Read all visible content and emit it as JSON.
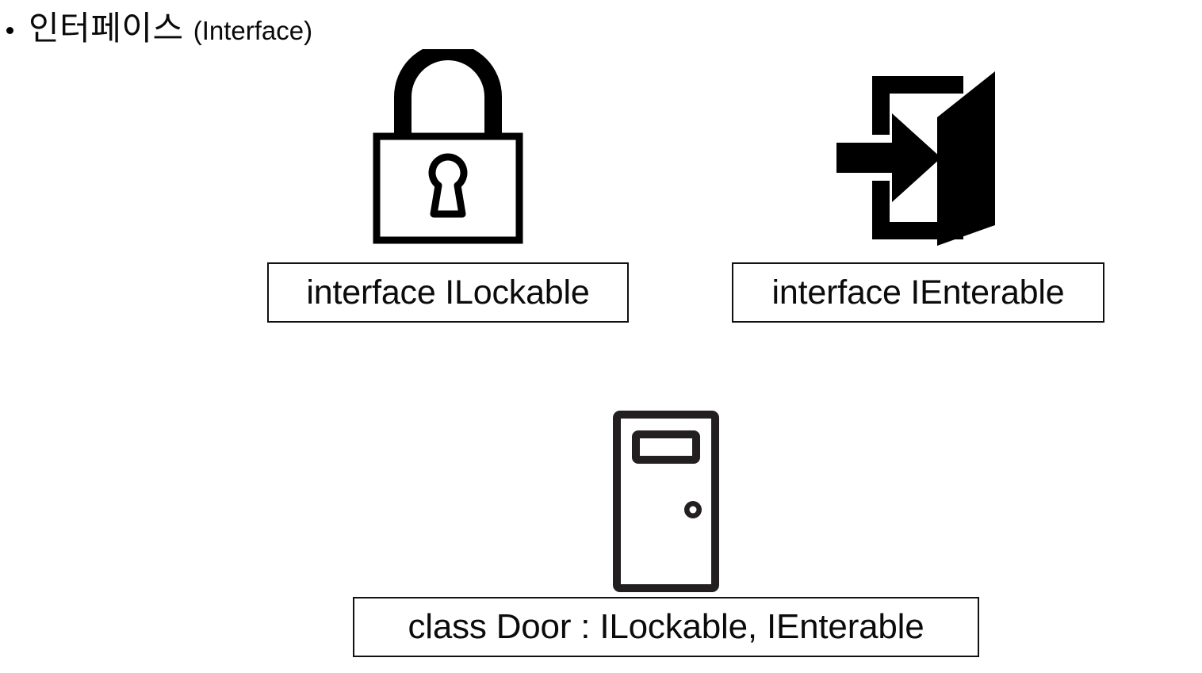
{
  "slide": {
    "heading": {
      "bullet": "•",
      "korean": "인터페이스",
      "english": "(Interface)"
    },
    "icons": [
      {
        "name": "padlock-icon",
        "meaning": "lock"
      },
      {
        "name": "door-enter-icon",
        "meaning": "enter"
      },
      {
        "name": "door-icon",
        "meaning": "door"
      }
    ],
    "boxes": {
      "lockable": "interface ILockable",
      "enterable": "interface IEnterable",
      "door_class": "class Door : ILockable, IEnterable"
    },
    "colors": {
      "background": "#ffffff",
      "stroke": "#000000",
      "door_stroke": "#231f20",
      "text": "#0b0b0b",
      "box_border": "#111111"
    }
  }
}
